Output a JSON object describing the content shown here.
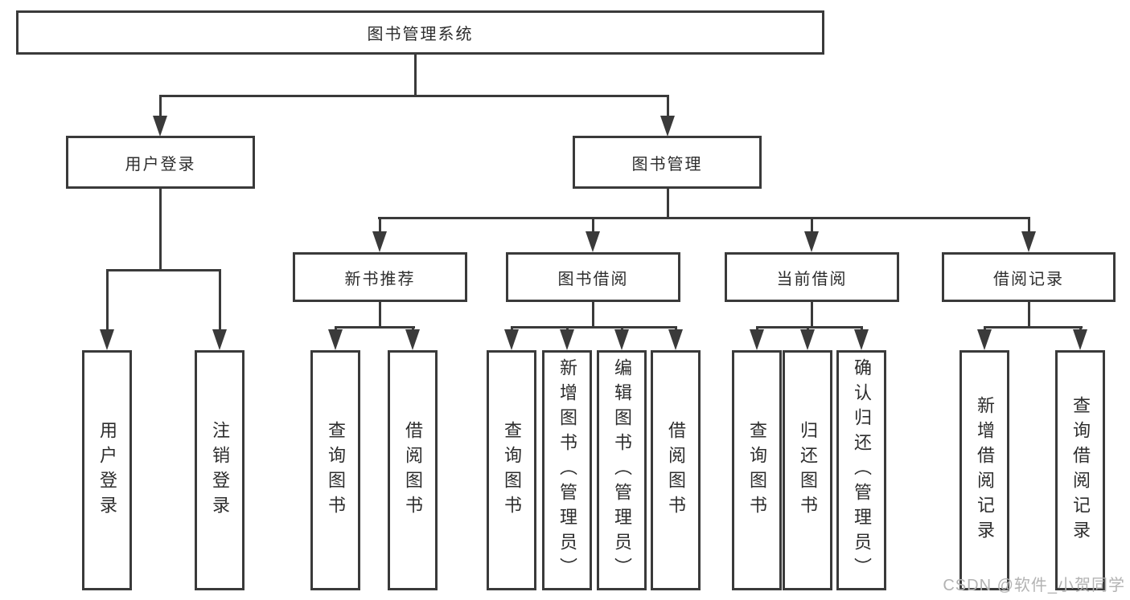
{
  "nodes": {
    "root": "图书管理系统",
    "level2": [
      "用户登录",
      "图书管理"
    ],
    "level3": [
      "新书推荐",
      "图书借阅",
      "当前借阅",
      "借阅记录"
    ],
    "leaves": {
      "userLogin": [
        "用户登录",
        "注销登录"
      ],
      "newBooks": [
        "查询图书",
        "借阅图书"
      ],
      "bookBorrow": [
        "查询图书",
        "新增图书（管理员）",
        "编辑图书（管理员）",
        "借阅图书"
      ],
      "currentBorrow": [
        "查询图书",
        "归还图书",
        "确认归还（管理员）"
      ],
      "borrowRecords": [
        "新增借阅记录",
        "查询借阅记录"
      ]
    }
  },
  "watermark": "CSDN @软件_小贺同学",
  "colors": {
    "line": "#3a3a3a",
    "border": "#3a3a3a",
    "text": "#2d2d2d",
    "watermark": "#b3b3b3",
    "background": "#ffffff"
  }
}
